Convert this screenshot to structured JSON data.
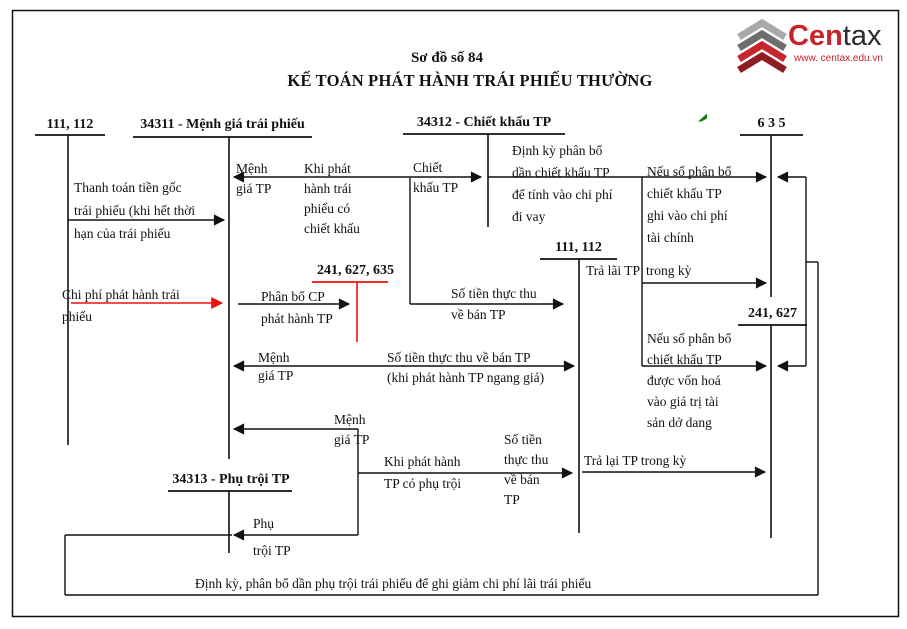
{
  "title": {
    "line1": "Sơ đồ số 84",
    "line2": "KẾ TOÁN PHÁT HÀNH TRÁI PHIẾU THƯỜNG"
  },
  "logo": {
    "brand_red": "Cen",
    "brand_dark": "tax",
    "url": "www. centax.edu.vn"
  },
  "icons": {
    "logo_diamond": "layered-chevron-diamond",
    "green_mark": "small-green-cursor-mark"
  },
  "colors": {
    "ink": "#111111",
    "accent_red": "#ee1111",
    "logo_red": "#c8242b",
    "logo_gray": "#9a9a9a",
    "green_mark": "#1e7a1e"
  },
  "accounts": {
    "acc_111_112_left": "111, 112",
    "acc_34311": "34311 - Mệnh giá trái phiếu",
    "acc_34312": "34312 - Chiết khấu TP",
    "acc_635": "6 3 5",
    "acc_111_112_mid": "111, 112",
    "acc_241_627_635": "241, 627, 635",
    "acc_241_627": "241, 627",
    "acc_34313": "34313 - Phụ trội TP"
  },
  "labels": {
    "thanh_toan": "Thanh toán tiền gốc\ntrái phiếu (khi hết thời\nhạn của trái phiếu",
    "chi_phi_phat_hanh": "Chi phí phát hành trái\nphiếu",
    "menh_gia_1": "Mệnh\ngiá TP",
    "khi_phat_hanh_chiet_khau": "Khi phát\nhành trái\nphiếu có\nchiết khấu",
    "chiet_khau_tp": "Chiết\nkhấu TP",
    "dinh_ky_phan_bo_ck": "Định kỳ phân bổ\ndần chiết khấu TP\nđể tính vào chi phí\nđi vay",
    "neu_so_phan_bo_tai_chinh": "Nếu số phân bổ\nchiết khấu TP\nghi vào chi phí\ntài chính",
    "tra_lai_tp_left": "Trả lãi TP",
    "tra_lai_tp_right": "trong kỳ",
    "so_tien_thuc_thu_1": "Số tiền thực thu\nvề bán TP",
    "phan_bo_cp": "Phân bổ CP\nphát hành TP",
    "menh_gia_2": "Mệnh\ngiá TP",
    "so_tien_ngang_gia": "Số tiền thực thu về bán TP\n(khi phát hành TP ngang giá)",
    "neu_so_phan_bo_von_hoa": "Nếu số phân bổ\nchiết khấu TP\nđược vốn hoá\nvào giá trị tài\nsản dở dang",
    "menh_gia_3": "Mệnh\ngiá TP",
    "khi_phat_hanh_phu_troi": "Khi phát hành\nTP có phụ trội",
    "so_tien_thuc_thu_2": "Số tiền\nthực thu\nvề bán\nTP",
    "tra_lai_tp_trong_ky": "Trả lại TP trong kỳ",
    "phu_troi_tp": "Phụ\ntrội TP",
    "dinh_ky_phu_troi": "Định kỳ, phân bổ dần phụ trội trái phiếu để ghi giảm chi phí lãi trái phiếu"
  }
}
